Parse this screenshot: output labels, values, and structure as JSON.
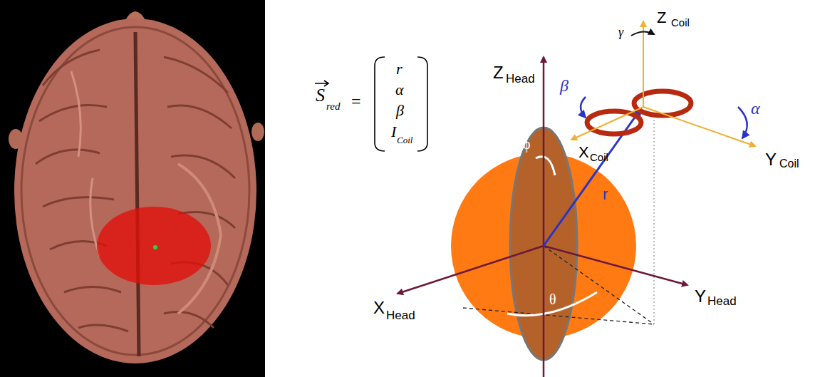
{
  "diagram": {
    "labels": [
      "S",
      "red",
      "=",
      "r",
      "α",
      "β",
      "I",
      "Coil",
      "Z",
      "Coil",
      "γ",
      "α",
      "Y",
      "Coil",
      "β",
      "X",
      "Coil",
      "Z",
      "Head",
      "ϕ",
      "r",
      "θ",
      "X",
      "Head",
      "Y",
      "Head"
    ]
  }
}
